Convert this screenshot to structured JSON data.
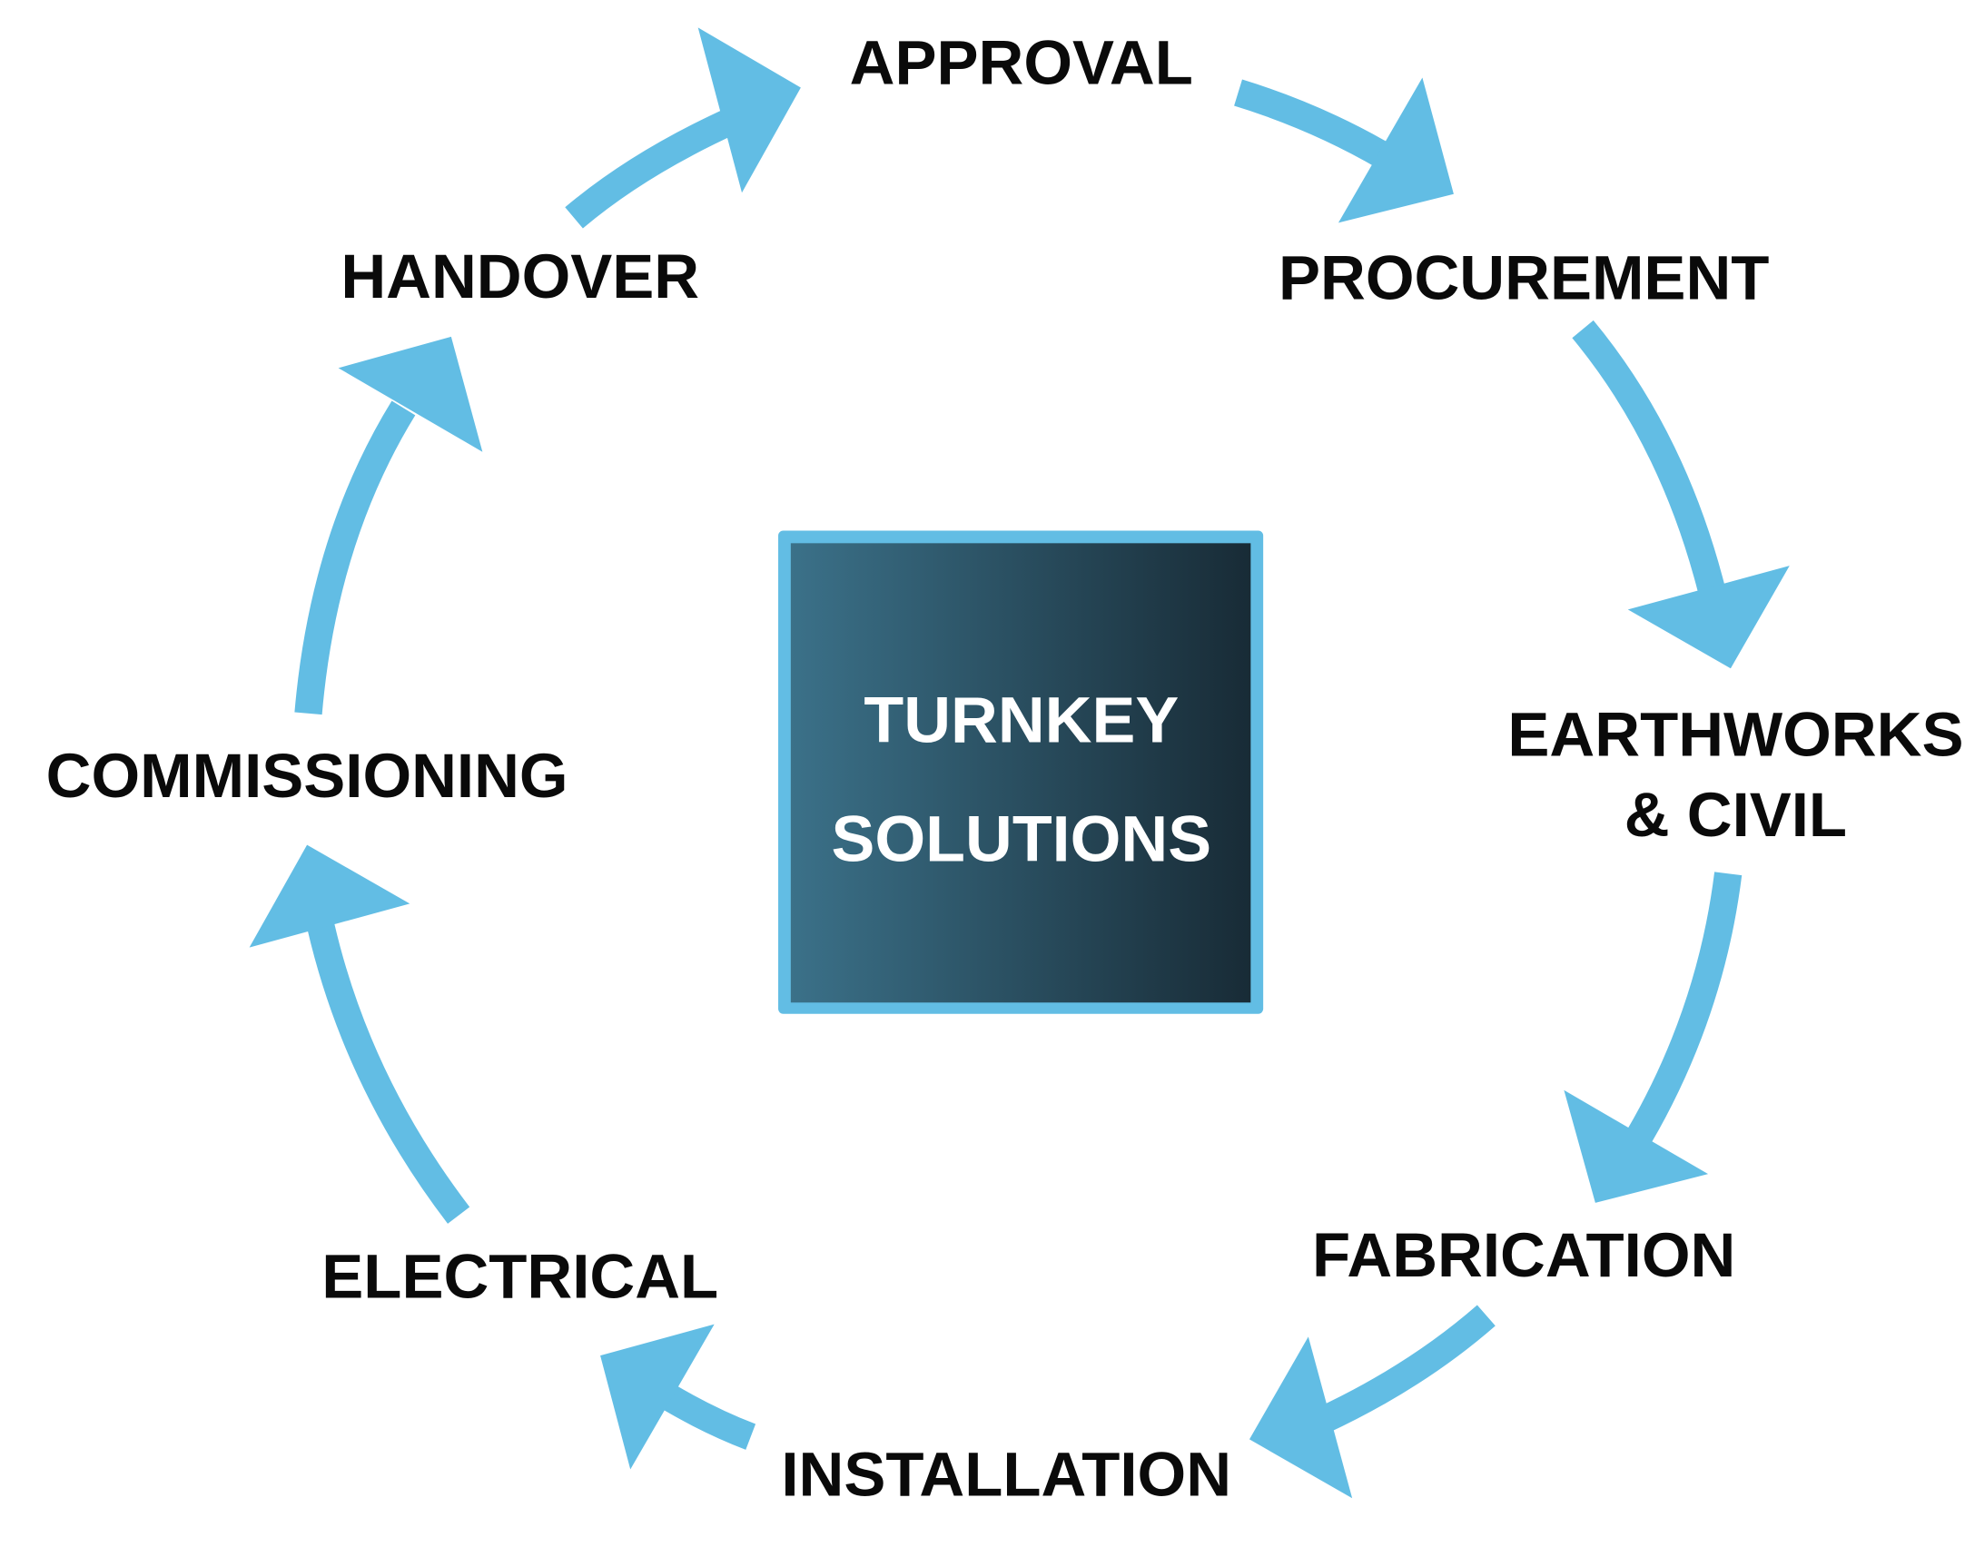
{
  "diagram": {
    "center": {
      "line1": "TURNKEY",
      "line2": "SOLUTIONS"
    },
    "stages": [
      {
        "id": "approval",
        "label": "APPROVAL"
      },
      {
        "id": "procurement",
        "label": "PROCUREMENT"
      },
      {
        "id": "earthworks",
        "label": "EARTHWORKS",
        "label2": "& CIVIL"
      },
      {
        "id": "fabrication",
        "label": "FABRICATION"
      },
      {
        "id": "installation",
        "label": "INSTALLATION"
      },
      {
        "id": "electrical",
        "label": "ELECTRICAL"
      },
      {
        "id": "commissioning",
        "label": "COMMISSIONING"
      },
      {
        "id": "handover",
        "label": "HANDOVER"
      }
    ],
    "flow": [
      {
        "from": "handover",
        "to": "approval"
      },
      {
        "from": "approval",
        "to": "procurement"
      },
      {
        "from": "procurement",
        "to": "earthworks"
      },
      {
        "from": "earthworks",
        "to": "fabrication"
      },
      {
        "from": "fabrication",
        "to": "installation"
      },
      {
        "from": "installation",
        "to": "electrical"
      },
      {
        "from": "electrical",
        "to": "commissioning"
      },
      {
        "from": "commissioning",
        "to": "handover"
      }
    ],
    "colors": {
      "arrow": "#62bde4",
      "box_border": "#62bde4",
      "box_gradient_start": "#3b7189",
      "box_gradient_end": "#182b36",
      "label": "#0a0a0a",
      "center_text": "#ffffff"
    }
  }
}
